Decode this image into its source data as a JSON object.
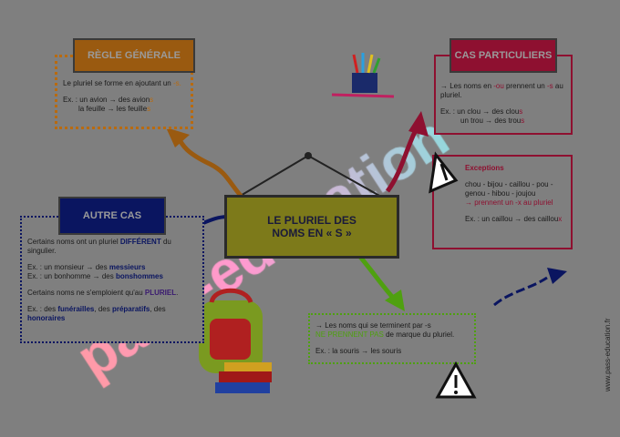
{
  "title": {
    "line1": "LE PLURIEL DES",
    "line2": "NOMS EN « S »"
  },
  "regle_generale": {
    "header": "RÈGLE GÉNÉRALE",
    "rule_text": "Le pluriel se forme en ajoutant un ",
    "rule_suffix": "-s.",
    "ex1_prefix": "Ex. : un avion → des avion",
    "ex1_suffix": "s",
    "ex2_prefix": "la feuille → les feuille",
    "ex2_suffix": "s"
  },
  "cas_particuliers": {
    "header": "CAS PARTICULIERS",
    "rule_a": "→ Les noms en ",
    "rule_b": "-ou",
    "rule_c": " prennent un ",
    "rule_d": "-s",
    "rule_e": " au pluriel.",
    "ex1_prefix": "Ex. : un clou → des clou",
    "ex1_suffix": "s",
    "ex2_prefix": "un trou → des trou",
    "ex2_suffix": "s"
  },
  "exceptions": {
    "title": "Exceptions",
    "list": "chou - bijou - caillou - pou - genou - hibou - joujou",
    "rule": "→ prennent un -x au pluriel",
    "ex_prefix": "Ex. : un caillou → des caillou",
    "ex_suffix": "x"
  },
  "autre_cas": {
    "header": "AUTRE CAS",
    "line1_a": "Certains noms ont un pluriel ",
    "line1_b": "DIFFÉRENT",
    "line1_c": " du singulier.",
    "ex1_a": "Ex. : un monsieur → des ",
    "ex1_b": "messieurs",
    "ex2_a": "Ex. : un bonhomme → des ",
    "ex2_b": "bonshommes",
    "line2_a": "Certains noms ne s'emploient qu'au ",
    "line2_b": "PLURIEL",
    "line2_c": ".",
    "ex3_a": "Ex. : des ",
    "ex3_b": "funérailles",
    "ex3_c": ", des ",
    "ex3_d": "préparatifs",
    "ex3_e": ", des ",
    "ex3_f": "honoraires"
  },
  "terminaison_s": {
    "line1": "→ Les noms qui se terminent par -s",
    "line2_a": "NE PRENNENT PAS",
    "line2_b": " de marque du pluriel.",
    "ex": "Ex. : la souris → les souris"
  },
  "watermark": {
    "big": "pass-education",
    "side": "www.pass-education.fr"
  },
  "colors": {
    "background": "#7f7f7f",
    "brown": "#9a5a10",
    "crimson": "#8e1030",
    "navy": "#0a1560",
    "olive": "#7d7a1a",
    "green": "#4fa010"
  }
}
